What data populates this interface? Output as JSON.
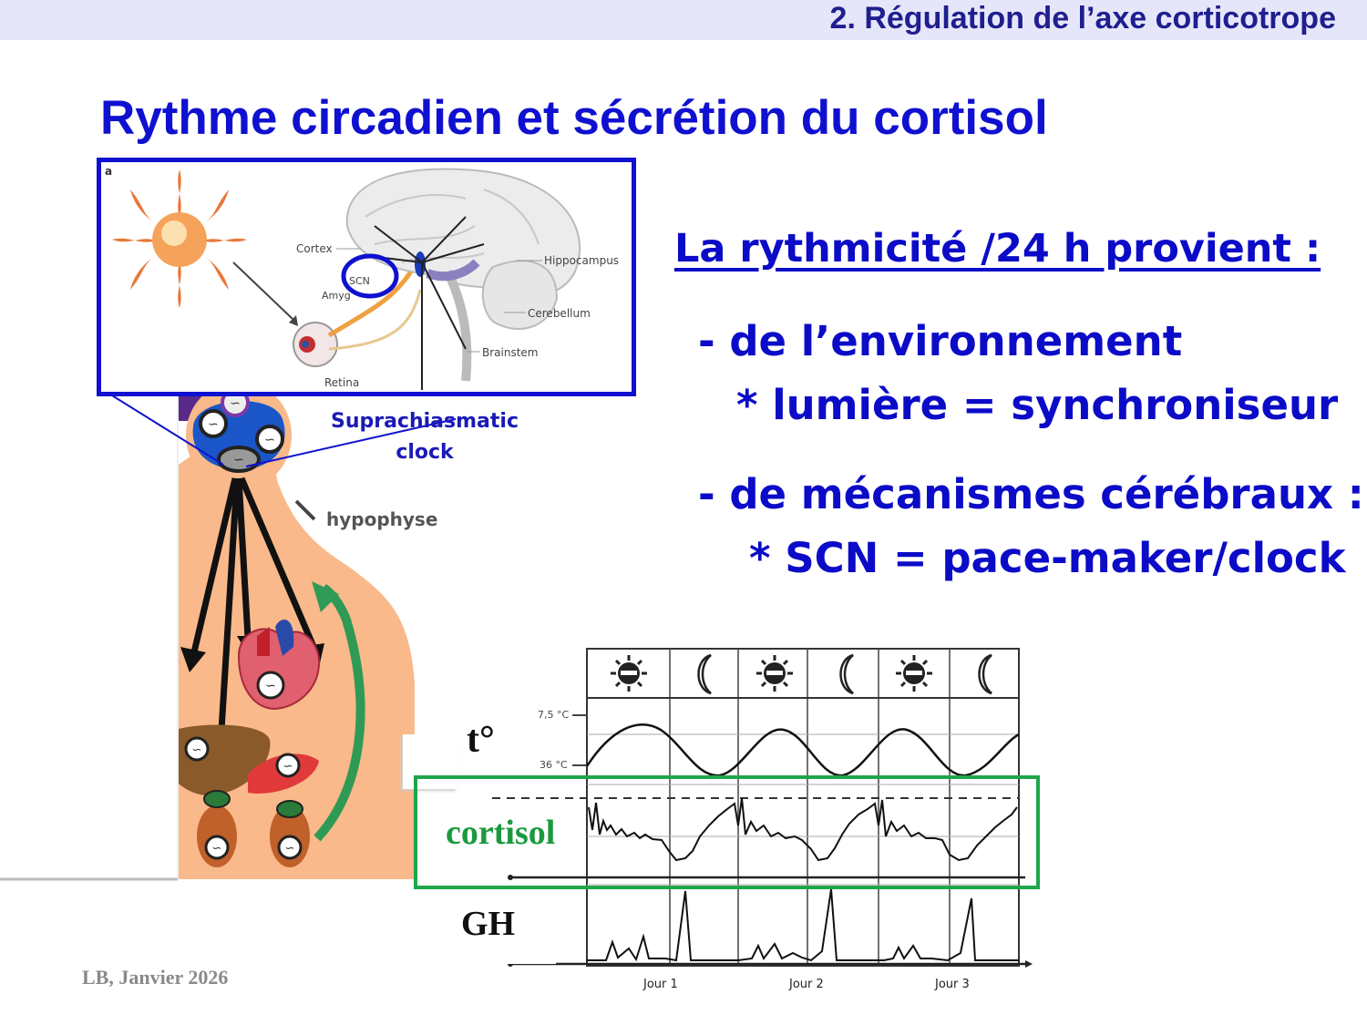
{
  "header": {
    "section": "2. Régulation de l’axe corticotrope"
  },
  "title": "Rythme circadien et sécrétion du cortisol",
  "content": {
    "subheading": "La rythmicité /24 h provient :",
    "bullet1": "- de l’environnement",
    "bullet1_sub": "* lumière = synchroniseur",
    "bullet2": "- de mécanismes cérébraux :",
    "bullet2_sub": "* SCN = pace-maker/clock"
  },
  "brain_inset": {
    "panel_letter": "a",
    "labels": {
      "cortex": "Cortex",
      "scn": "SCN",
      "amygdala": "Amyg",
      "hippocampus": "Hippocampus",
      "cerebellum": "Cerebellum",
      "brainstem": "Brainstem",
      "retina": "Retina"
    }
  },
  "body_figure": {
    "scn_label_line1": "Suprachiasmatic",
    "scn_label_line2": "clock",
    "hypophyse_label": "hypophyse"
  },
  "rhythm_chart": {
    "row_labels": {
      "temp": "t°",
      "cortisol": "cortisol",
      "gh": "GH"
    },
    "temp_ticks": {
      "high": "7,5 °C",
      "low": "36 °C"
    },
    "day_labels": [
      "Jour 1",
      "Jour 2",
      "Jour 3"
    ],
    "periods": [
      "sun",
      "moon",
      "sun",
      "moon",
      "sun",
      "moon"
    ]
  },
  "footer": "LB, Janvier 2026",
  "colors": {
    "title_blue": "#1010d0",
    "header_band": "#e6e6fa",
    "cortisol_green": "#1a9a3c",
    "skin": "#f9b98a",
    "arrow_green": "#2f9a55"
  }
}
